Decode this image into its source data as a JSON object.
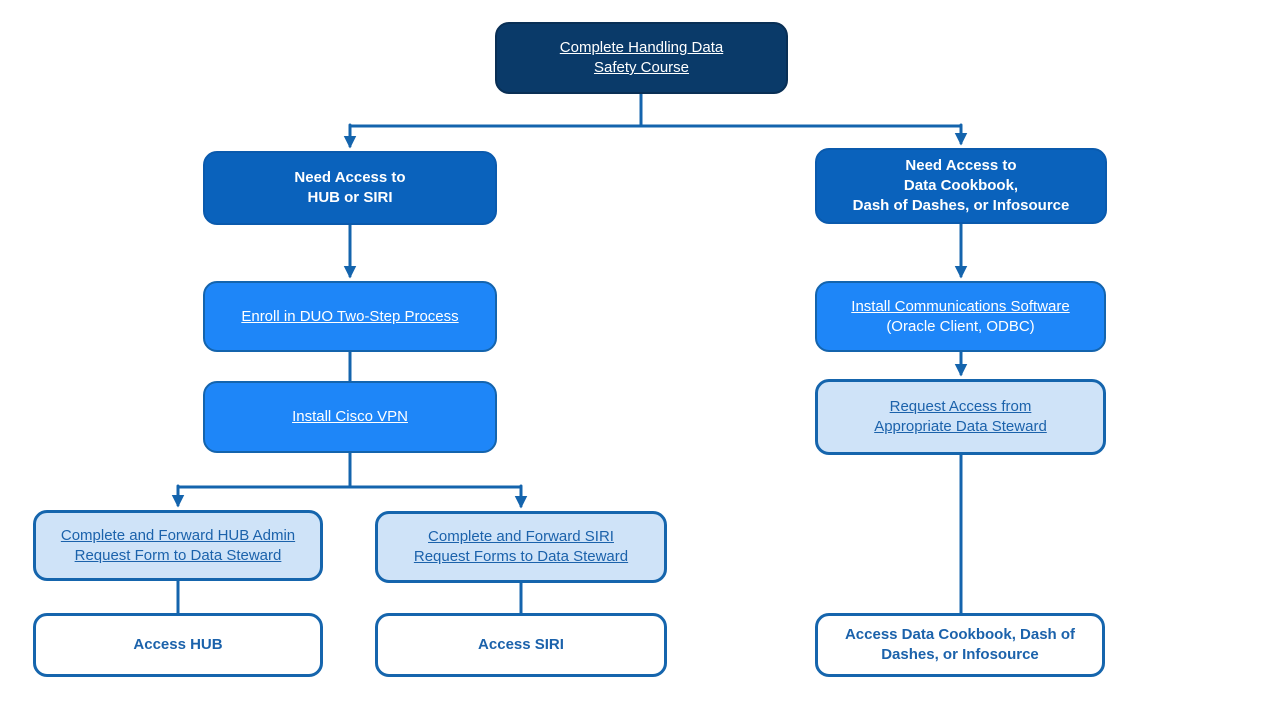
{
  "title": "Data access flowchart",
  "colors": {
    "dark_navy": "#0a3a69",
    "medium_blue": "#0a62bc",
    "bright_blue": "#1e86f8",
    "light_blue_fill": "#cfe3f8",
    "box_border_blue": "#1565ad",
    "connector_blue": "#1464ad",
    "link_text_dark_blue": "#1b62ab",
    "white_text": "#ffffff"
  },
  "nodes": {
    "start": {
      "label": "Complete Handling Data\nSafety Course"
    },
    "need_hub": {
      "label": "Need Access to\nHUB or SIRI"
    },
    "need_cookbook": {
      "label": "Need Access to\nData Cookbook,\nDash of Dashes, or Infosource"
    },
    "enroll_duo": {
      "label": "Enroll in DUO Two-Step Process"
    },
    "install_vpn": {
      "label": "Install  Cisco VPN"
    },
    "install_comm": {
      "link": "Install  Communications Software",
      "sub": "(Oracle Client, ODBC)"
    },
    "request_access": {
      "label": "Request Access from\nAppropriate Data Steward"
    },
    "hub_form": {
      "label": "Complete and Forward HUB Admin\nRequest Form to Data Steward"
    },
    "siri_form": {
      "label": "Complete and Forward SIRI\nRequest Forms to Data Steward"
    },
    "access_hub": {
      "label": "Access HUB"
    },
    "access_siri": {
      "label": "Access SIRI"
    },
    "access_cookbook": {
      "label": "Access Data Cookbook, Dash of\nDashes, or Infosource"
    }
  }
}
